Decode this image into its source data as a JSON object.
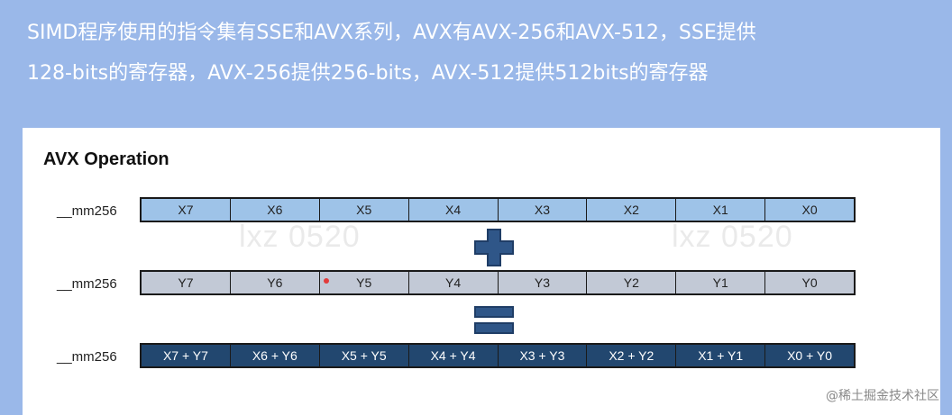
{
  "heading": {
    "line1": "SIMD程序使用的指令集有SSE和AVX系列，AVX有AVX-256和AVX-512，SSE提供",
    "line2": "128-bits的寄存器，AVX-256提供256-bits，AVX-512提供512bits的寄存器"
  },
  "figure": {
    "title": "AVX Operation",
    "rows": [
      {
        "label": "__mm256",
        "cells": [
          "X7",
          "X6",
          "X5",
          "X4",
          "X3",
          "X2",
          "X1",
          "X0"
        ]
      },
      {
        "label": "__mm256",
        "cells": [
          "Y7",
          "Y6",
          "Y5",
          "Y4",
          "Y3",
          "Y2",
          "Y1",
          "Y0"
        ]
      },
      {
        "label": "__mm256",
        "cells": [
          "X7 + Y7",
          "X6 + Y6",
          "X5 + Y5",
          "X4 + Y4",
          "X3 + Y3",
          "X2 + Y2",
          "X1 + Y1",
          "X0 + Y0"
        ]
      }
    ],
    "watermark": "lxz 0520"
  },
  "credit": "@稀土掘金技术社区",
  "colors": {
    "background": "#9ab8e9",
    "x_cell": "#9ec3e8",
    "y_cell": "#c2c9d6",
    "sum_cell": "#22476f",
    "operator": "#2f5688"
  }
}
